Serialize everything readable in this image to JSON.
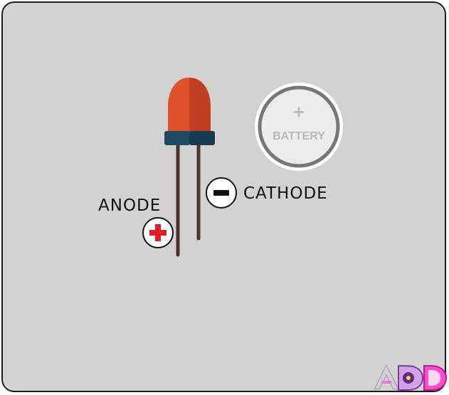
{
  "diagram": {
    "anode_label": "ANODE",
    "cathode_label": "CATHODE",
    "battery_label": "BATTERY",
    "battery_plus": "+"
  },
  "colors": {
    "background": "#d4d1d1",
    "led_body_left": "#e0502a",
    "led_body_right": "#c23f21",
    "led_base_left": "#1f4a63",
    "led_base_right": "#163a50",
    "lead": "#4a3430",
    "plus_sign": "#e41e26",
    "minus_sign": "#111111",
    "battery_ring": "#777777",
    "battery_face": "#ececec"
  },
  "icons": {
    "anode_sign": "plus-circle-icon",
    "cathode_sign": "minus-circle-icon",
    "battery": "coin-battery-icon",
    "logo": "add-logo"
  }
}
